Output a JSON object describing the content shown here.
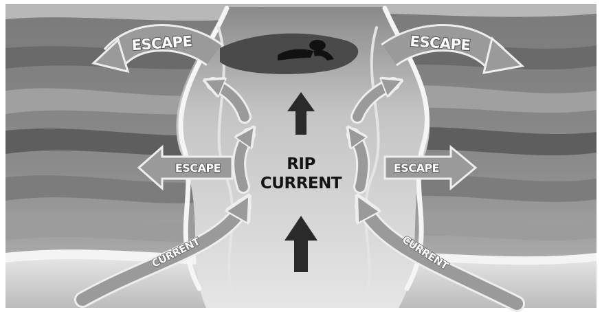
{
  "labels": {
    "escape_top_left": "ESCAPE",
    "escape_top_right": "ESCAPE",
    "escape_mid_left": "ESCAPE",
    "escape_mid_right": "ESCAPE",
    "rip_line1": "RIP",
    "rip_line2": "CURRENT",
    "current_left": "CURRENT",
    "current_right": "CURRENT"
  },
  "colors": {
    "ocean_dark": "#6e6e6e",
    "ocean_mid": "#8e8e8e",
    "ocean_light": "#b4b4b4",
    "rip_light": "#d9d9d9",
    "foam": "#f2f2f2",
    "sand": "#c8c8c8",
    "arrow_fill": "#9a9a9a",
    "arrow_outline": "#e8e8e8",
    "rip_arrow": "#2a2a2a",
    "swimmer": "#111111"
  },
  "icons": {
    "swimmer": "swimmer-icon",
    "escape_arrow": "escape-arrow",
    "current_arrow": "current-arrow",
    "rip_arrow": "rip-arrow"
  }
}
